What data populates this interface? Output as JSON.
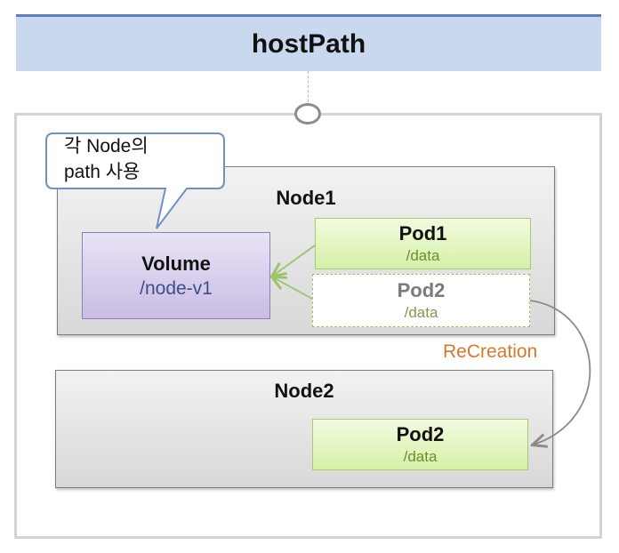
{
  "title": "hostPath",
  "callout": {
    "line1": "각 Node의",
    "line2": "path 사용"
  },
  "nodes": [
    {
      "label": "Node1"
    },
    {
      "label": "Node2"
    }
  ],
  "volume": {
    "label": "Volume",
    "path": "/node-v1"
  },
  "pods": [
    {
      "label": "Pod1",
      "path": "/data",
      "state": "active"
    },
    {
      "label": "Pod2",
      "path": "/data",
      "state": "removed"
    },
    {
      "label": "Pod2",
      "path": "/data",
      "state": "active"
    }
  ],
  "recreation_label": "ReCreation",
  "colors": {
    "title_bg": "#c9d8ef",
    "volume_bg": "#d8cfee",
    "pod_bg": "#e3f5bf",
    "recreation_text": "#d9772b",
    "arrow_green": "#9dc36a"
  }
}
